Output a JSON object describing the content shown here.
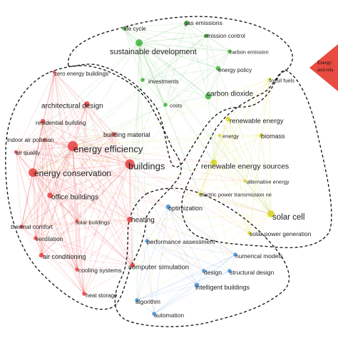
{
  "colors": {
    "red": "#e8413f",
    "green": "#3fb23a",
    "yellow": "#d6d31c",
    "blue": "#3f8fd6",
    "outline": "#111111",
    "callout_fill": "#e84b3f"
  },
  "callout": {
    "line1": "Energy",
    "line2": "and rela"
  },
  "nodes": [
    {
      "id": "life-cycle",
      "label": "life cycle",
      "cluster": "green",
      "size": 5,
      "fs": 8
    },
    {
      "id": "gas-emissions",
      "label": "gas emissions",
      "cluster": "green",
      "size": 6,
      "fs": 8.5
    },
    {
      "id": "emission-control",
      "label": "emission control",
      "cluster": "green",
      "size": 5,
      "fs": 8
    },
    {
      "id": "sustainable-development",
      "label": "sustainable development",
      "cluster": "green",
      "size": 9,
      "fs": 11
    },
    {
      "id": "carbon-emission",
      "label": "carbon emission",
      "cluster": "green",
      "size": 5,
      "fs": 7.5
    },
    {
      "id": "zero-energy-buildings",
      "label": "zero energy buildings",
      "cluster": "red",
      "size": 4,
      "fs": 8
    },
    {
      "id": "energy-policy",
      "label": "energy policy",
      "cluster": "green",
      "size": 6,
      "fs": 8
    },
    {
      "id": "investments",
      "label": "investments",
      "cluster": "green",
      "size": 5,
      "fs": 8
    },
    {
      "id": "fossil-fuels",
      "label": "fossil fuels",
      "cluster": "yellow",
      "size": 4,
      "fs": 7.5
    },
    {
      "id": "carbon-dioxide",
      "label": "carbon dioxide",
      "cluster": "green",
      "size": 8,
      "fs": 10
    },
    {
      "id": "architectural-design",
      "label": "architectural design",
      "cluster": "red",
      "size": 7,
      "fs": 10
    },
    {
      "id": "costs",
      "label": "costs",
      "cluster": "green",
      "size": 5,
      "fs": 7.5
    },
    {
      "id": "renewable-energy",
      "label": "renewable energy",
      "cluster": "yellow",
      "size": 6,
      "fs": 9.5
    },
    {
      "id": "residential-building",
      "label": "residential building",
      "cluster": "red",
      "size": 6,
      "fs": 8.5
    },
    {
      "id": "biomass",
      "label": "biomass",
      "cluster": "yellow",
      "size": 5,
      "fs": 9
    },
    {
      "id": "indoor-air-pollution",
      "label": "indoor air pollution",
      "cluster": "red",
      "size": 4,
      "fs": 8
    },
    {
      "id": "building-material",
      "label": "building material",
      "cluster": "red",
      "size": 5,
      "fs": 9
    },
    {
      "id": "energy",
      "label": "energy",
      "cluster": "yellow",
      "size": 4,
      "fs": 7.5
    },
    {
      "id": "air-quality",
      "label": "air quality",
      "cluster": "red",
      "size": 4,
      "fs": 8
    },
    {
      "id": "energy-efficiency",
      "label": "energy efficiency",
      "cluster": "red",
      "size": 13,
      "fs": 13
    },
    {
      "id": "buildings",
      "label": "buildings",
      "cluster": "red",
      "size": 12,
      "fs": 13
    },
    {
      "id": "renewable-energy-sources",
      "label": "renewable energy sources",
      "cluster": "yellow",
      "size": 8,
      "fs": 10.5
    },
    {
      "id": "energy-conservation",
      "label": "energy conservation",
      "cluster": "red",
      "size": 11,
      "fs": 12
    },
    {
      "id": "alternative-energy",
      "label": "alternative energy",
      "cluster": "yellow",
      "size": 4,
      "fs": 7.5
    },
    {
      "id": "electric-power-transmission",
      "label": "electric power transmission ne",
      "cluster": "yellow",
      "size": 4,
      "fs": 7.5
    },
    {
      "id": "office-buildings",
      "label": "office buildings",
      "cluster": "red",
      "size": 7,
      "fs": 10
    },
    {
      "id": "optimization",
      "label": "optimization",
      "cluster": "blue",
      "size": 6,
      "fs": 9
    },
    {
      "id": "solar-cell",
      "label": "solar cell",
      "cluster": "yellow",
      "size": 9,
      "fs": 11.5
    },
    {
      "id": "solar-buildings",
      "label": "solar buildings",
      "cluster": "red",
      "size": 4,
      "fs": 7.5
    },
    {
      "id": "heating",
      "label": "heating",
      "cluster": "red",
      "size": 7,
      "fs": 10
    },
    {
      "id": "thermal-comfort",
      "label": "thermal comfort",
      "cluster": "red",
      "size": 5,
      "fs": 8.5
    },
    {
      "id": "solar-power-generation",
      "label": "solar power generation",
      "cluster": "yellow",
      "size": 5,
      "fs": 8.5
    },
    {
      "id": "ventilation",
      "label": "ventilation",
      "cluster": "red",
      "size": 5,
      "fs": 8.5
    },
    {
      "id": "performance-assessment",
      "label": "performance assessment",
      "cluster": "blue",
      "size": 5,
      "fs": 8.5
    },
    {
      "id": "air-conditioning",
      "label": "air conditioning",
      "cluster": "red",
      "size": 6,
      "fs": 9
    },
    {
      "id": "numerical-models",
      "label": "numerical models",
      "cluster": "blue",
      "size": 5,
      "fs": 8.5
    },
    {
      "id": "computer-simulation",
      "label": "computer simulation",
      "cluster": "red",
      "size": 6,
      "fs": 9.5
    },
    {
      "id": "cooling-systems",
      "label": "cooling systems",
      "cluster": "red",
      "size": 5,
      "fs": 8.5
    },
    {
      "id": "design",
      "label": "design",
      "cluster": "blue",
      "size": 5,
      "fs": 8.5
    },
    {
      "id": "structural-design",
      "label": "structural design",
      "cluster": "blue",
      "size": 5,
      "fs": 8.5
    },
    {
      "id": "intelligent-buildings",
      "label": "intelligent buildings",
      "cluster": "blue",
      "size": 6,
      "fs": 9
    },
    {
      "id": "heat-storage",
      "label": "heat storage",
      "cluster": "red",
      "size": 5,
      "fs": 8
    },
    {
      "id": "algorithm",
      "label": "algorithm",
      "cluster": "blue",
      "size": 5,
      "fs": 8.5
    },
    {
      "id": "automation",
      "label": "automation",
      "cluster": "blue",
      "size": 5,
      "fs": 8.5
    }
  ]
}
